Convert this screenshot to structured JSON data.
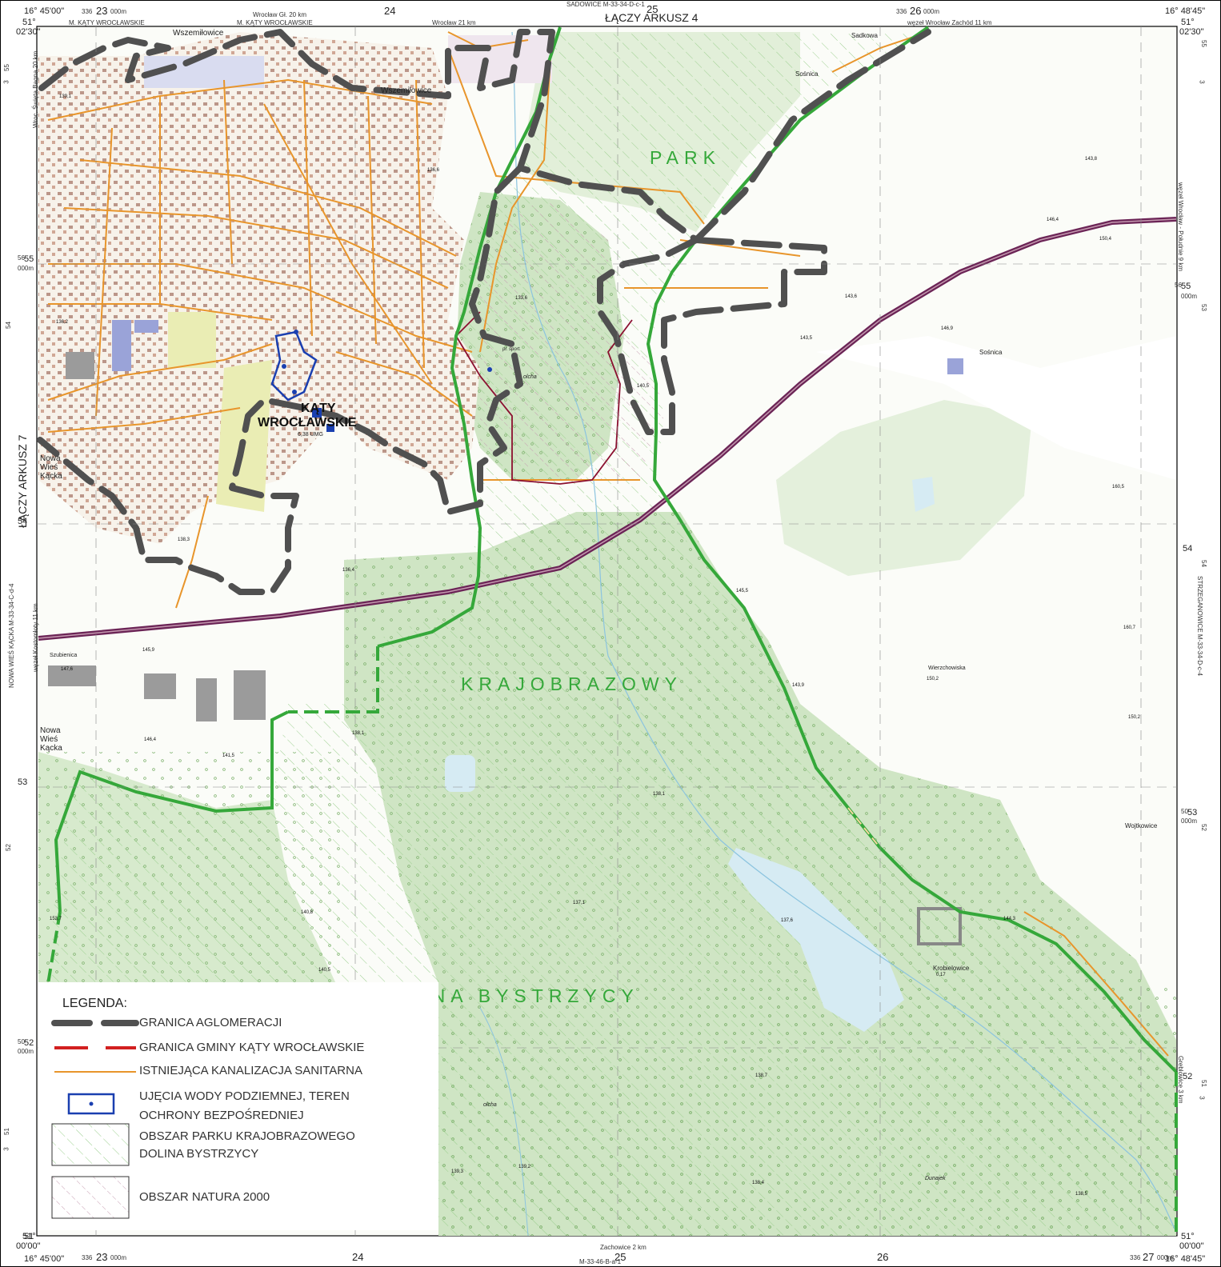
{
  "map": {
    "top_header": "SADOWICE M-33-34-D-c-1",
    "bottom_header": "M-33-46-B-a-1",
    "sheet_top": "ŁĄCZY ARKUSZ 4",
    "sheet_left": "ŁĄCZY ARKUSZ 7",
    "sheet_right": "STRZEGANOWICE M-33-34-D-c-4",
    "sheet_left_outer": "NOWA WIEŚ KĄCKA M-33-34-C-d-4",
    "corners": {
      "top_left_lon": "16° 45'00\"",
      "top_left_lat_deg": "51°",
      "top_left_lat_min": "02'30\"",
      "top_right_lon": "16° 48'45\"",
      "top_right_lat_deg": "51°",
      "top_right_lat_min": "02'30\"",
      "bottom_left_lon": "16° 45'00\"",
      "bottom_left_lat_deg": "51°",
      "bottom_left_lat_min": "00'00\"",
      "bottom_right_lon": "16° 48'45\"",
      "bottom_right_lat_deg": "51°",
      "bottom_right_lat_min": "00'00\""
    },
    "grid_top": [
      "336",
      "23",
      "000m",
      "24",
      "25",
      "336",
      "26",
      "000m"
    ],
    "grid_bottom": [
      "336",
      "23",
      "000m",
      "24",
      "25",
      "26",
      "336",
      "27",
      "000m"
    ],
    "grid_left": [
      "3",
      "55",
      "55",
      "56",
      "000m",
      "54",
      "54",
      "53",
      "52",
      "52",
      "50",
      "000m",
      "3",
      "51",
      "51"
    ],
    "grid_right": [
      "3",
      "55",
      "55",
      "56",
      "000m",
      "54",
      "54",
      "53",
      "53",
      "50",
      "000m",
      "52",
      "52",
      "3",
      "51"
    ],
    "margin_notes": {
      "top_1": "M. KĄTY WROCŁAWSKIE",
      "top_2": "Wrocław Gł. 20 km",
      "top_3": "M. KĄTY WROCŁAWSKIE",
      "top_4": "Wrocław 21 km",
      "top_5": "węzeł Wrocław Zachód 11 km",
      "bottom_1": "Zachowice 2 km",
      "left_1": "Wroc. Święta Bagna 20 km",
      "left_2": "węzeł Kostomłoty 11 km",
      "right_1": "węzeł Wrocław - Południe 9 km",
      "right_2": "Greblowice 3 km"
    },
    "park_labels": [
      "PARK",
      "KRAJOBRAZOWY",
      "DOLINA BYSTRZYCY"
    ],
    "town": {
      "name_line1": "KĄTY",
      "name_line2": "WROCŁAWSKIE",
      "population": "6,38 UMG"
    },
    "places": [
      "Wszemiłowice",
      "Wszemiłowice",
      "Sadkowa",
      "Sośnica",
      "Sośnica",
      "Nowa Wieś Kącka",
      "Nowa Wieś Kącka",
      "Szubienica",
      "Wierzchowiska",
      "Wojtkowice",
      "Krobielowice",
      "Dunajek",
      "olcha",
      "olcha",
      "pl. sport."
    ],
    "elevations": [
      "139,1",
      "136,6",
      "143,8",
      "146,4",
      "150,4",
      "133,6",
      "143,6",
      "146,9",
      "143,5",
      "140,5",
      "160,5",
      "145,5",
      "160,7",
      "143,9",
      "150,2",
      "136,2",
      "136,4",
      "138,3",
      "145,9",
      "147,6",
      "146,4",
      "141,5",
      "138,1",
      "138,1",
      "153,7",
      "140,8",
      "137,1",
      "137,6",
      "140,5",
      "144,3",
      "0,17",
      "138,7",
      "139,3",
      "139,2",
      "138,4",
      "138,5",
      "150,2"
    ]
  },
  "legend": {
    "title": "LEGENDA:",
    "items": [
      "GRANICA AGLOMERACJI",
      "GRANICA GMINY KĄTY WROCŁAWSKIE",
      "ISTNIEJĄCA KANALIZACJA SANITARNA",
      "UJĘCIA WODY PODZIEMNEJ, TEREN",
      "OCHRONY BEZPOŚREDNIEJ",
      "OBSZAR PARKU KRAJOBRAZOWEGO",
      "DOLINA BYSTRZYCY",
      "OBSZAR NATURA 2000"
    ]
  },
  "colors": {
    "agglomeration": "#505050",
    "gmina": "#d22020",
    "sewer": "#e8952b",
    "water_intake": "#1a3fb0",
    "park": "#35a83a",
    "forest": "#cfe5c4",
    "motorway": "#6b2456",
    "hatch_park": "#9ccf8f",
    "hatch_natura": "#c59ab0"
  }
}
